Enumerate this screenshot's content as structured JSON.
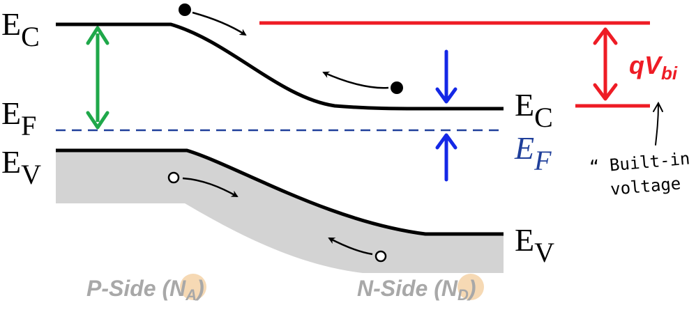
{
  "labels": {
    "ec_left": {
      "main": "E",
      "sub": "C"
    },
    "ef_left": {
      "main": "E",
      "sub": "F"
    },
    "ev_left": {
      "main": "E",
      "sub": "V"
    },
    "ec_right": {
      "main": "E",
      "sub": "C"
    },
    "ef_right": {
      "main": "E",
      "sub": "F"
    },
    "ev_right": {
      "main": "E",
      "sub": "V"
    },
    "qvbi": {
      "main": "qV",
      "sub": "bi"
    },
    "p_side": {
      "prefix": "P-Side (",
      "n": "N",
      "sub": "A",
      "suffix": ")"
    },
    "n_side": {
      "prefix": "N-Side (",
      "n": "N",
      "sub": "D",
      "suffix": ")"
    },
    "note_line1": "“ Built-in",
    "note_line2": "voltage"
  },
  "colors": {
    "band": "#000000",
    "valence_fill": "#d3d3d3",
    "fermi": "#1f3f9a",
    "gap_arrow": "#1fa84a",
    "fermi_arrow": "#1428e6",
    "vbi": "#ee1c25",
    "side_label": "#a8a8a8",
    "highlight": "#f6d9b4"
  }
}
